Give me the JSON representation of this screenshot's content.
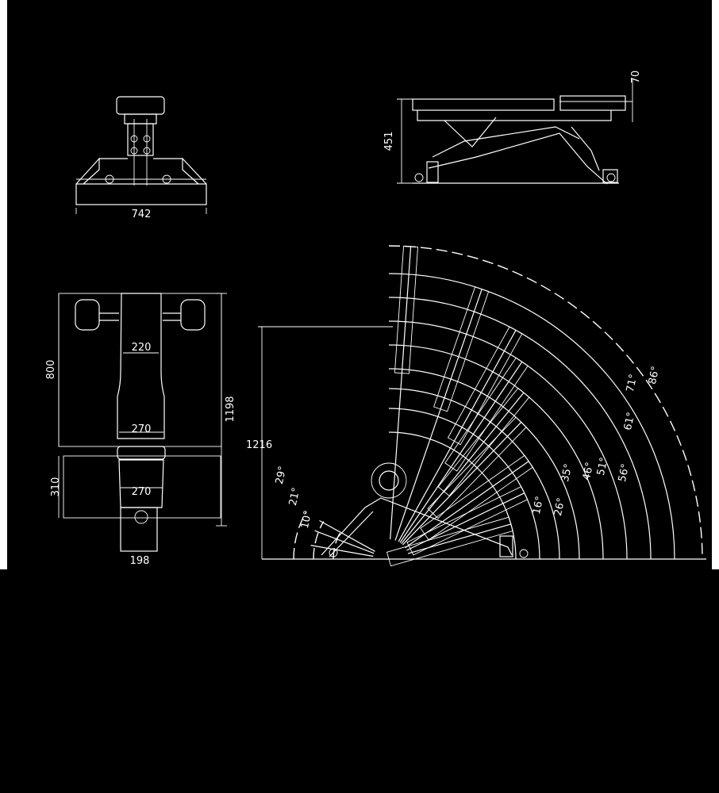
{
  "front_view": {
    "width_label": "742"
  },
  "side_view": {
    "height_label": "451",
    "offset_label": "70"
  },
  "top_view": {
    "length_label": "800",
    "total_length_label": "1198",
    "back_width_label": "220",
    "back_bottom_label": "270",
    "seat_width_label": "270",
    "seat_length_label": "310",
    "base_width_label": "198"
  },
  "incline_view": {
    "height_label": "1216",
    "seat_angles": [
      "29°",
      "21°",
      "10°"
    ],
    "back_angles": [
      "16°",
      "26°",
      "35°",
      "46°",
      "51°",
      "56°",
      "61°",
      "71°",
      "86°"
    ]
  }
}
